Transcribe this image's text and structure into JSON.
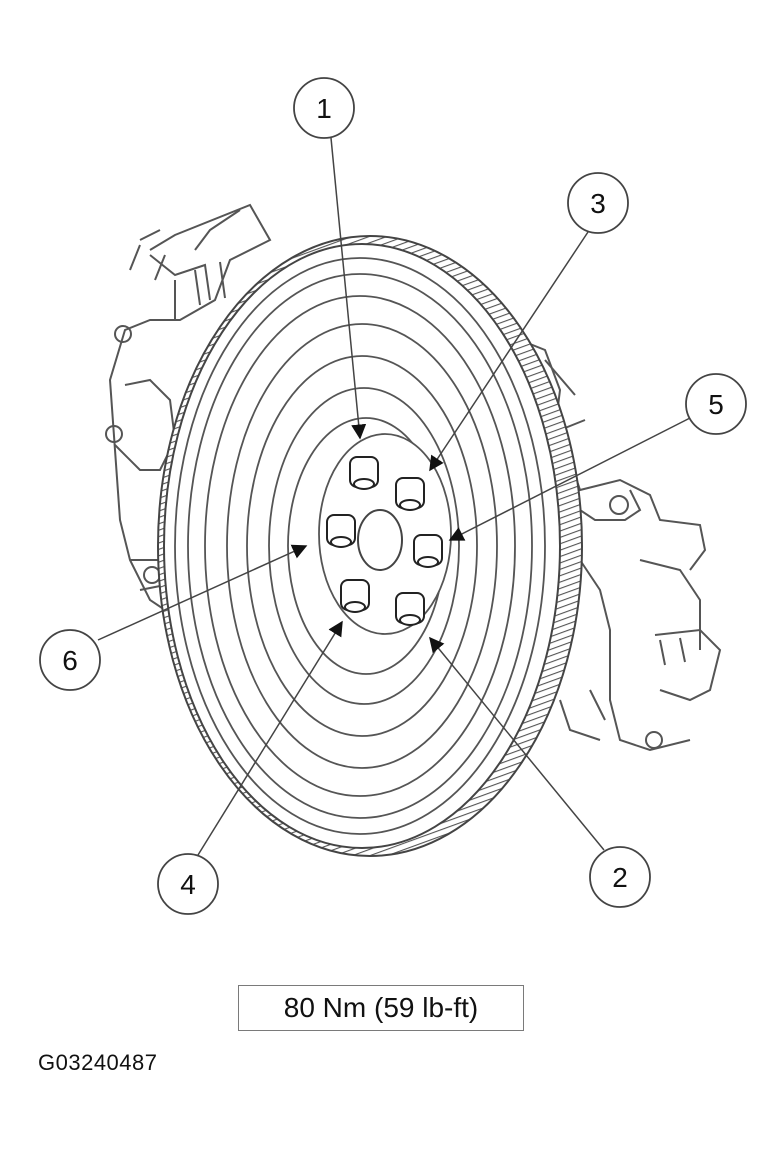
{
  "callouts": [
    "1",
    "2",
    "3",
    "4",
    "5",
    "6"
  ],
  "torque_spec": "80 Nm (59 lb-ft)",
  "figure_id": "G03240487",
  "colors": {
    "line": "#444444",
    "background": "#ffffff",
    "text": "#111111"
  }
}
